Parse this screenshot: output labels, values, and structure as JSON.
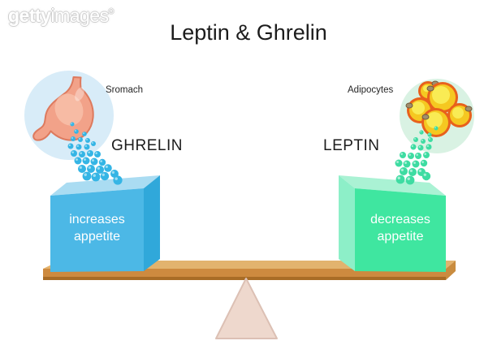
{
  "watermark": {
    "brand_bold": "getty",
    "brand_light": "images",
    "registered": "®"
  },
  "title": "Leptin & Ghrelin",
  "left": {
    "source_label": "Sromach",
    "hormone_label": "GHRELIN",
    "cube_line1": "increases",
    "cube_line2": "appetite"
  },
  "right": {
    "source_label": "Adipocytes",
    "hormone_label": "LEPTIN",
    "cube_line1": "decreases",
    "cube_line2": "appetite"
  },
  "colors": {
    "text-dark": "#1c1c1c",
    "text-white": "#ffffff",
    "watermark-outline": "#cfcfcf",
    "cube-blue": "#4cb8e6",
    "cube-blue-top": "#aadcf2",
    "cube-blue-side": "#30a8da",
    "cube-green": "#3fe6a0",
    "cube-green-top": "#aaf2d4",
    "cube-green-side": "#8defc8",
    "plank-top": "#e2b36e",
    "plank-front": "#cd8a3f",
    "plank-front-dark": "#a86c26",
    "plank-end": "#c98c3f",
    "fulcrum": "#eed8cd",
    "fulcrum-edge": "#dcc0b4",
    "circle-blue-bg": "#d8ecf8",
    "circle-green-bg": "#d9f2e3",
    "stomach-fill": "#f2a289",
    "stomach-outline": "#dd7a5e",
    "stomach-highlight": "#f8c3ad",
    "particle-blue": "#35b5e5",
    "particle-blue-light": "#9fdef2",
    "particle-green": "#3edca2",
    "particle-green-light": "#aaf0d6",
    "fatcell-ring": "#e8611c",
    "fatcell-body": "#f5c821",
    "fatcell-body-light": "#faee5a",
    "fatcell-nucleus": "#a08f6d",
    "fatcell-nucleus-dark": "#6f5a3e"
  }
}
